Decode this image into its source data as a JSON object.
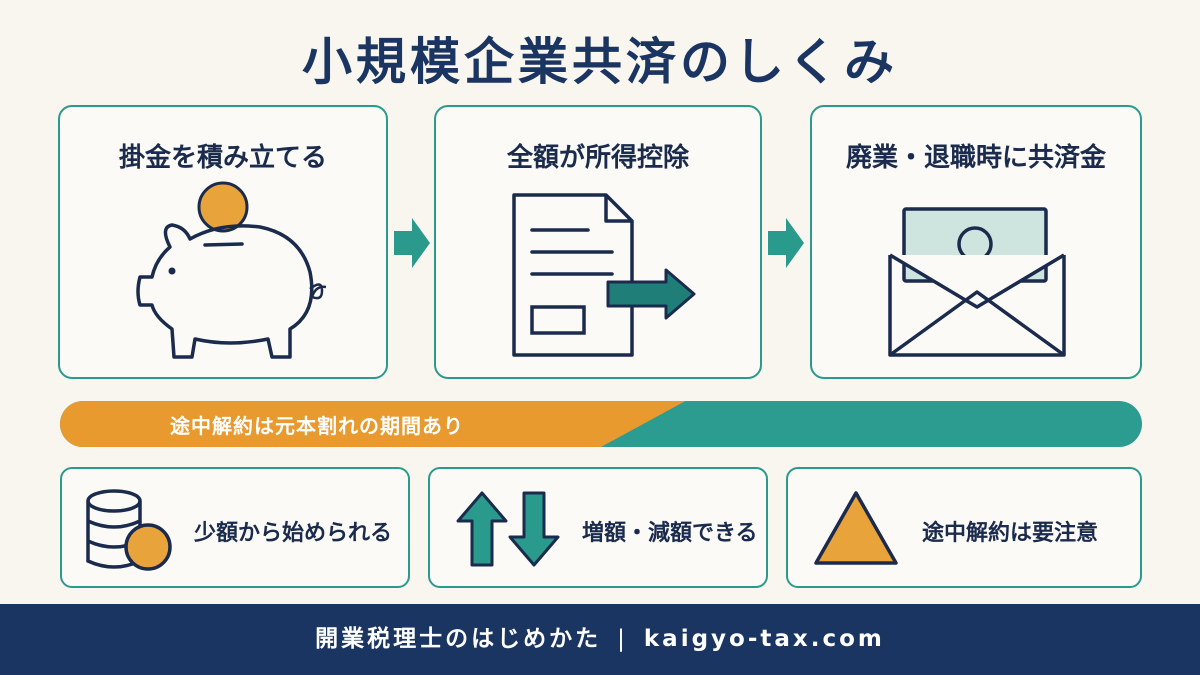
{
  "title": "小規模企業共済のしくみ",
  "steps": [
    {
      "label": "掛金を積み立てる",
      "icon": "piggy-bank-icon"
    },
    {
      "label": "全額が所得控除",
      "icon": "document-arrow-icon"
    },
    {
      "label": "廃業・退職時に共済金",
      "icon": "money-envelope-icon"
    }
  ],
  "warning": "途中解約は元本割れの期間あり",
  "features": [
    {
      "label": "少額から始められる",
      "icon": "coins-icon"
    },
    {
      "label": "増額・減額できる",
      "icon": "up-down-arrows-icon"
    },
    {
      "label": "途中解約は要注意",
      "icon": "warning-triangle-icon"
    }
  ],
  "footer": {
    "brand": "開業税理士のはじめかた",
    "separator": "|",
    "url": "kaigyo-tax.com"
  },
  "colors": {
    "navy": "#1b3563",
    "teal": "#2a9a8c",
    "orange": "#e89a2e",
    "background": "#f8f6ef"
  }
}
